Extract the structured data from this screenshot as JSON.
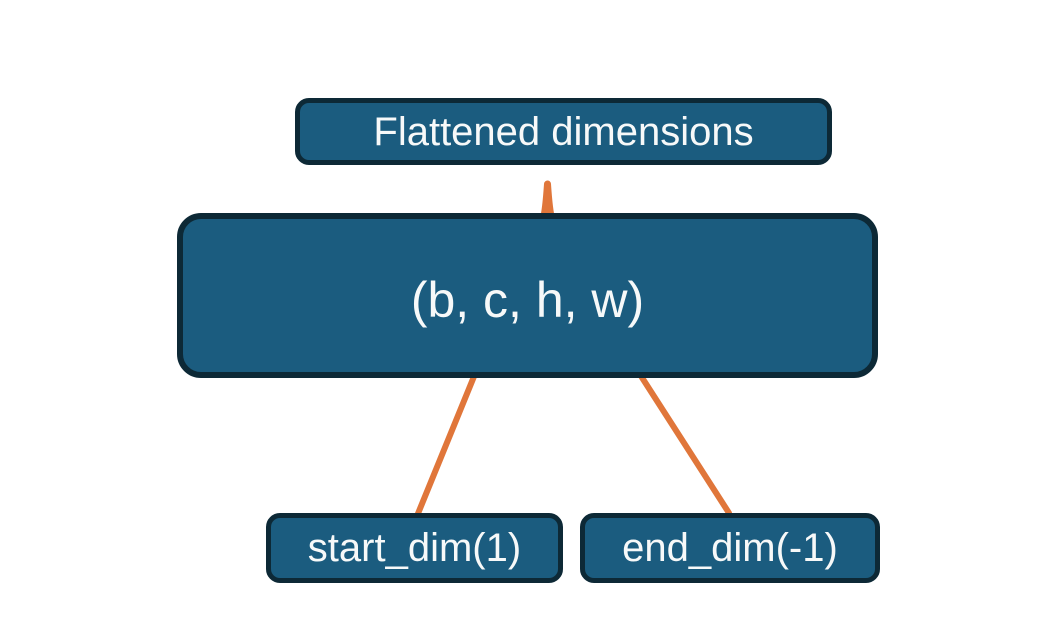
{
  "diagram": {
    "top_label": "Flattened dimensions",
    "tensor_label": "(b, c, h, w)",
    "start_dim_label": "start_dim(1)",
    "end_dim_label": "end_dim(-1)"
  },
  "colors": {
    "background": "#ffffff",
    "box_fill": "#1b5c7f",
    "box_border": "#0d2936",
    "connector_orange": "#e0763a",
    "text": "#f7f9f9"
  }
}
